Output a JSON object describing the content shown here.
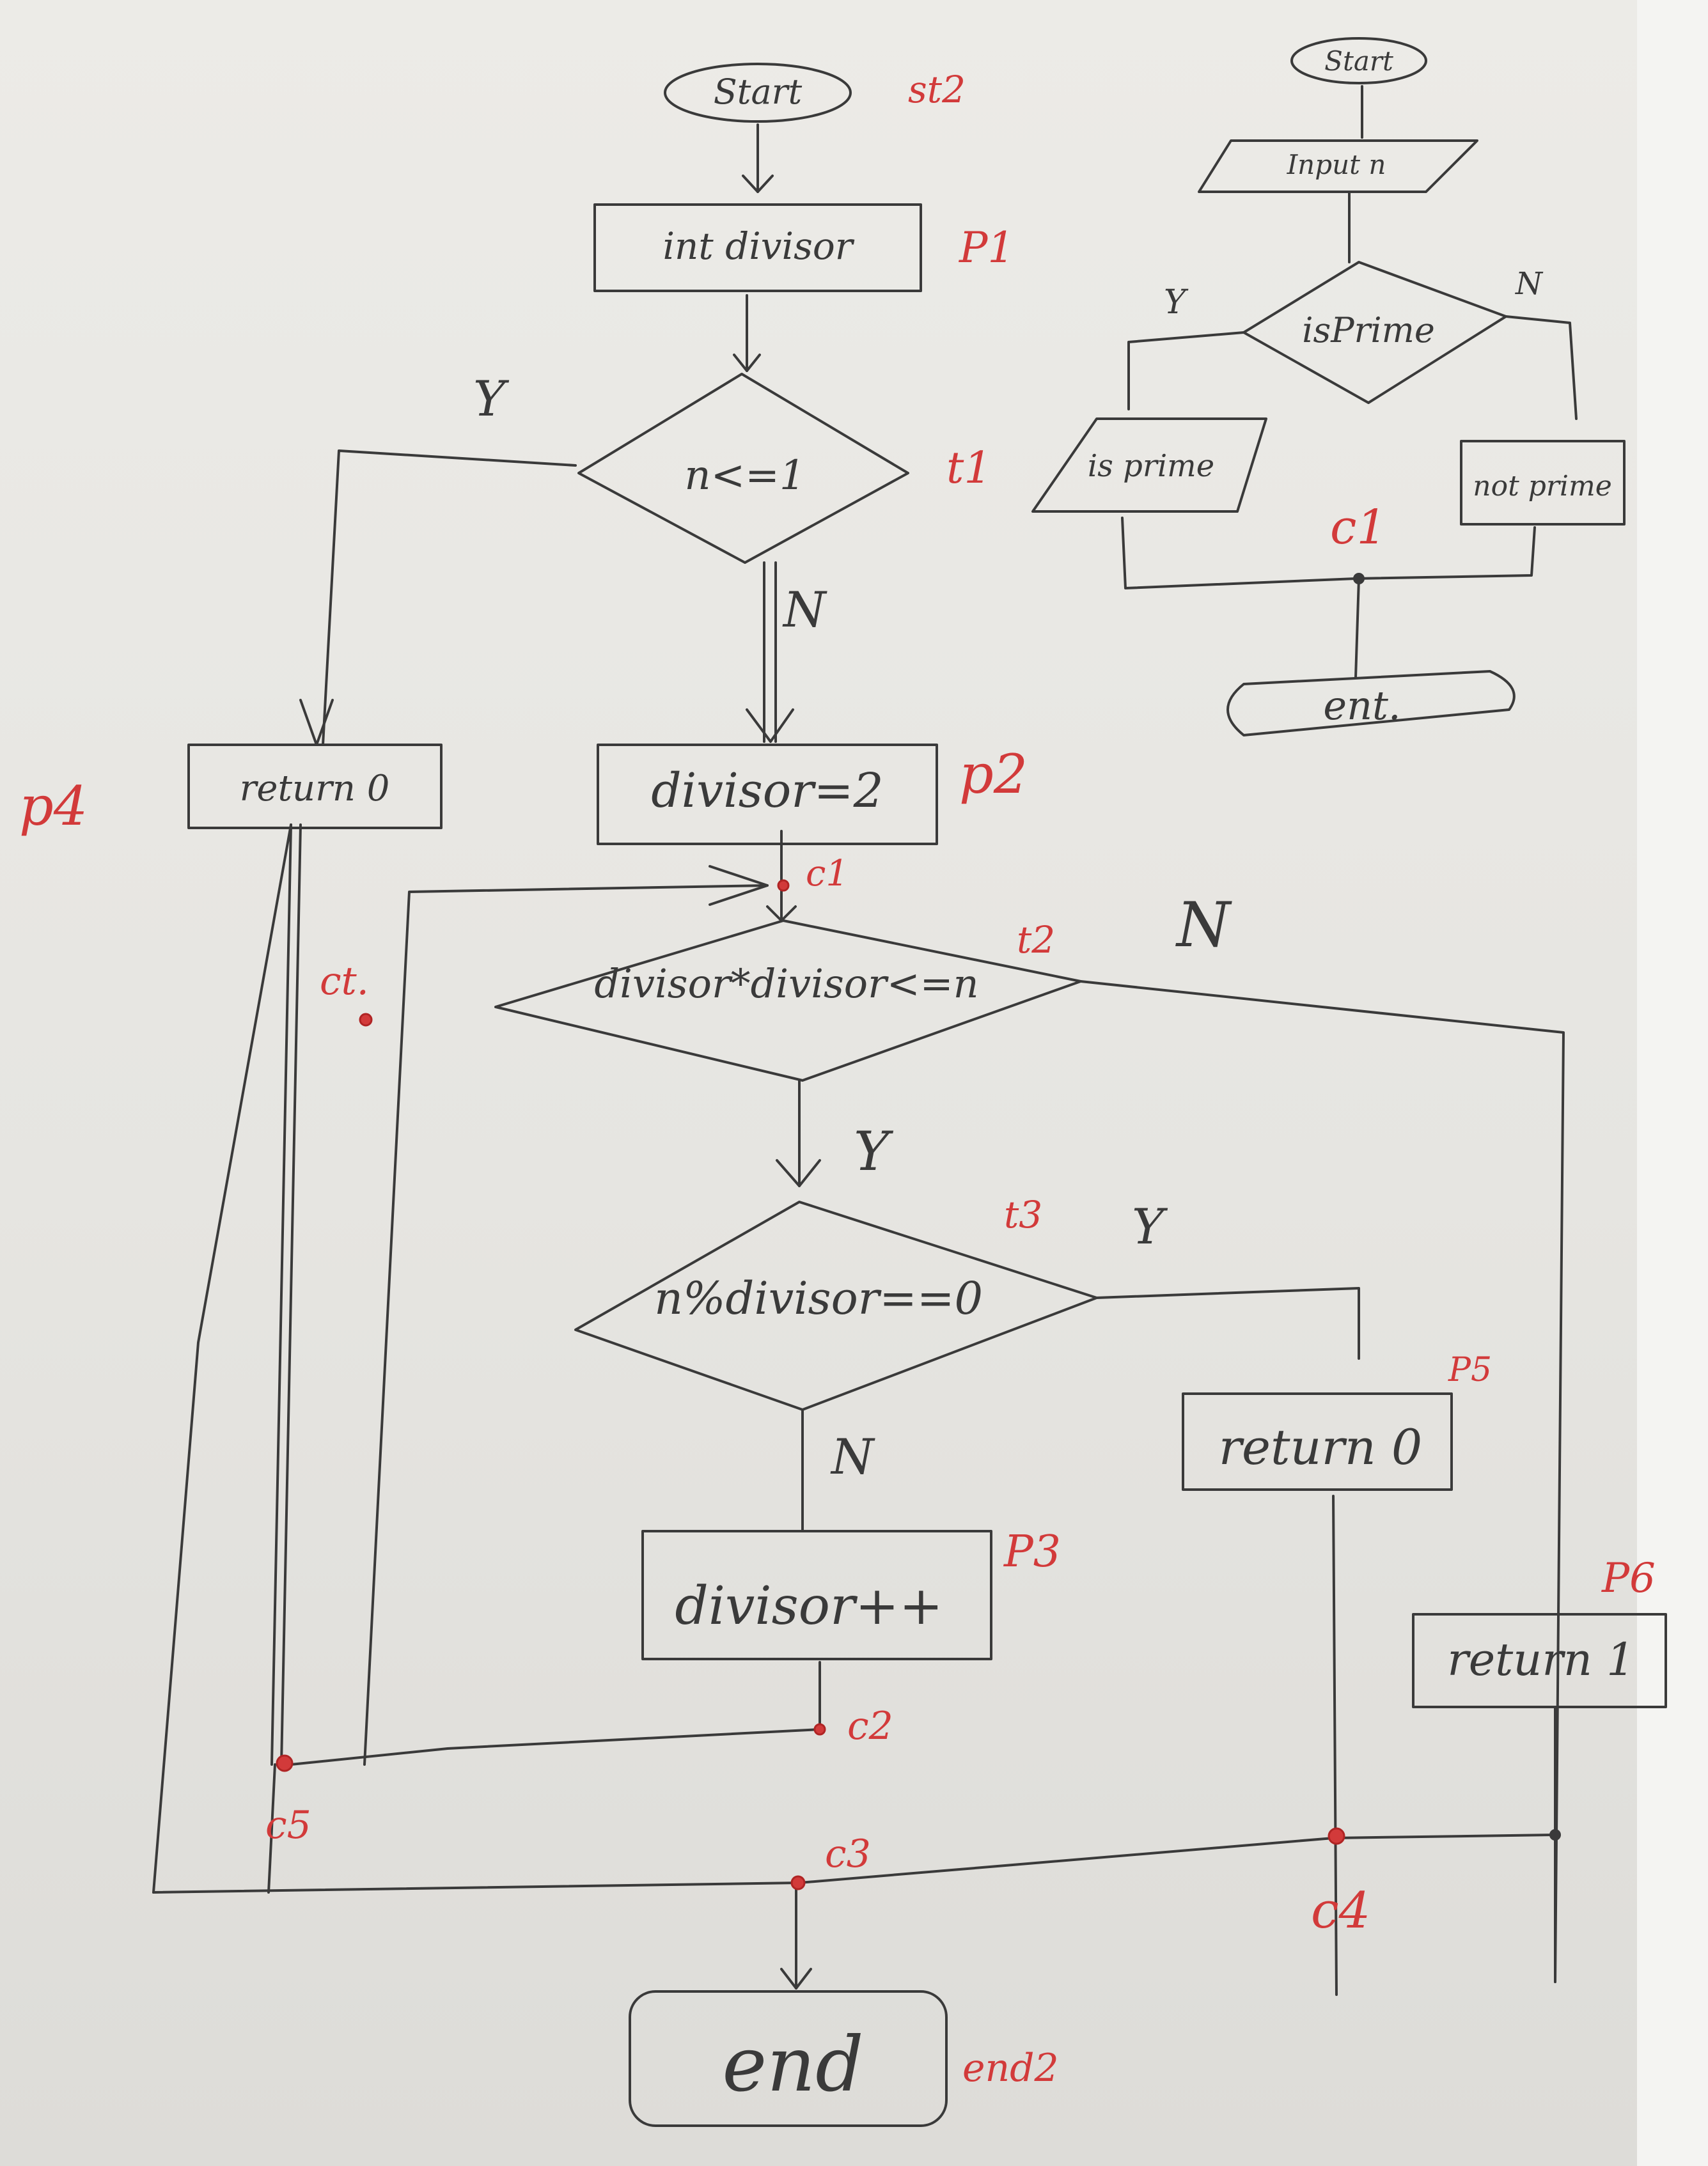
{
  "main_flow": {
    "start": "Start",
    "start_tag": "st2",
    "p1": "int divisor",
    "p1_tag": "P1",
    "t1": "n<=1",
    "t1_tag": "t1",
    "t1_yes": "Y",
    "t1_no": "N",
    "p4": "return 0",
    "p4_tag": "p4",
    "p2": "divisor=2",
    "p2_tag": "p2",
    "c1": "c1",
    "t2": "divisor*divisor<=n",
    "t2_tag": "t2",
    "t2_yes": "Y",
    "t2_no": "N",
    "c_left": "ct.",
    "t3": "n%divisor==0",
    "t3_tag": "t3",
    "t3_yes": "Y",
    "t3_no": "N",
    "p5": "return 0",
    "p5_tag": "P5",
    "p3": "divisor++",
    "p3_tag": "P3",
    "p6": "return 1",
    "p6_tag": "P6",
    "c2": "c2",
    "c3": "c3",
    "c4": "c4",
    "c5": "c5",
    "end": "end",
    "end_tag": "end2"
  },
  "side_flow": {
    "start": "Start",
    "input": "Input n",
    "decision": "isPrime",
    "yes": "Y",
    "no": "N",
    "is_prime": "is prime",
    "not_prime": "not prime",
    "connector": "c1",
    "end": "ent."
  },
  "colors": {
    "ink": "#3a3a3a",
    "red_ink": "#d23a3a",
    "paper": "#e9e8e4"
  }
}
